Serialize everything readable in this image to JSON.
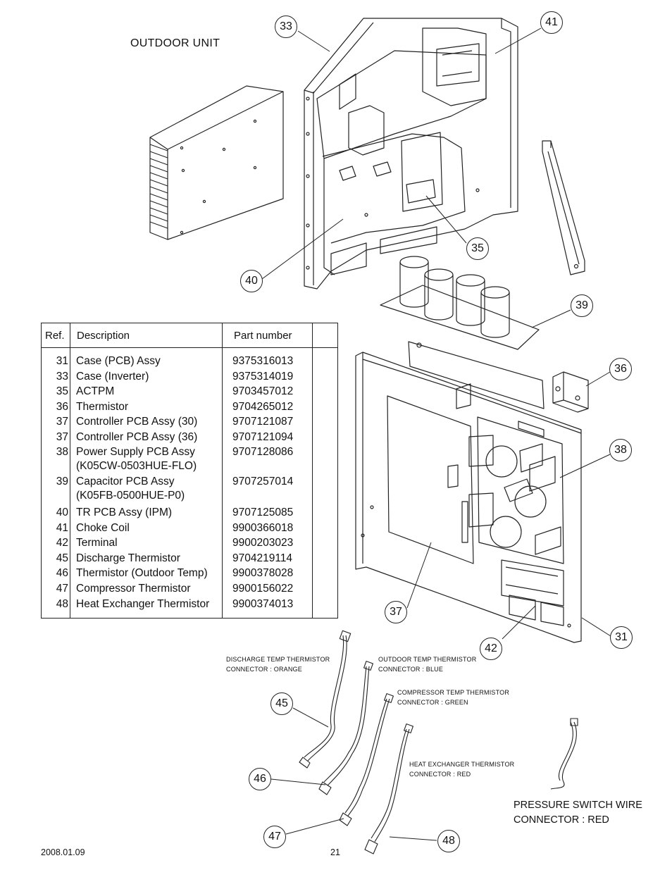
{
  "page_title": "OUTDOOR UNIT",
  "table": {
    "headers": {
      "ref": "Ref.",
      "description": "Description",
      "part_number": "Part number"
    },
    "rows": [
      {
        "ref": "31",
        "description": "Case (PCB) Assy",
        "part_number": "9375316013"
      },
      {
        "ref": "33",
        "description": "Case (Inverter)",
        "part_number": "9375314019"
      },
      {
        "ref": "35",
        "description": "ACTPM",
        "part_number": "9703457012"
      },
      {
        "ref": "36",
        "description": "Thermistor",
        "part_number": "9704265012"
      },
      {
        "ref": "37",
        "description": "Controller PCB Assy (30)",
        "part_number": "9707121087"
      },
      {
        "ref": "37",
        "description": "Controller PCB Assy (36)",
        "part_number": "9707121094"
      },
      {
        "ref": "38",
        "description": "Power Supply PCB Assy",
        "part_number": "9707128086"
      },
      {
        "ref": "",
        "description": " (K05CW-0503HUE-FLO)",
        "part_number": ""
      },
      {
        "ref": "39",
        "description": "Capacitor PCB Assy",
        "part_number": "9707257014"
      },
      {
        "ref": "",
        "description": " (K05FB-0500HUE-P0)",
        "part_number": ""
      },
      {
        "ref": "40",
        "description": "TR PCB Assy (IPM)",
        "part_number": "9707125085"
      },
      {
        "ref": "41",
        "description": "Choke Coil",
        "part_number": "9900366018"
      },
      {
        "ref": "42",
        "description": "Terminal",
        "part_number": "9900203023"
      },
      {
        "ref": "45",
        "description": "Discharge Thermistor",
        "part_number": "9704219114"
      },
      {
        "ref": "46",
        "description": "Thermistor (Outdoor Temp)",
        "part_number": "9900378028"
      },
      {
        "ref": "47",
        "description": "Compressor Thermistor",
        "part_number": "9900156022"
      },
      {
        "ref": "48",
        "description": "Heat Exchanger Thermistor",
        "part_number": "9900374013"
      }
    ]
  },
  "callouts": [
    "33",
    "41",
    "35",
    "40",
    "39",
    "36",
    "38",
    "37",
    "42",
    "31",
    "45",
    "46",
    "47",
    "48"
  ],
  "sensor_labels": {
    "discharge": {
      "line1": "DISCHARGE TEMP THERMISTOR",
      "line2": "CONNECTOR : ORANGE"
    },
    "outdoor": {
      "line1": "OUTDOOR TEMP THERMISTOR",
      "line2": "CONNECTOR : BLUE"
    },
    "compressor": {
      "line1": "COMPRESSOR TEMP THERMISTOR",
      "line2": "CONNECTOR : GREEN"
    },
    "heat_exchanger": {
      "line1": "HEAT EXCHANGER THERMISTOR",
      "line2": "CONNECTOR : RED"
    },
    "pressure_switch": {
      "line1": "PRESSURE SWITCH WIRE",
      "line2": "CONNECTOR : RED"
    }
  },
  "footer": {
    "date": "2008.01.09",
    "page_number": "21"
  }
}
